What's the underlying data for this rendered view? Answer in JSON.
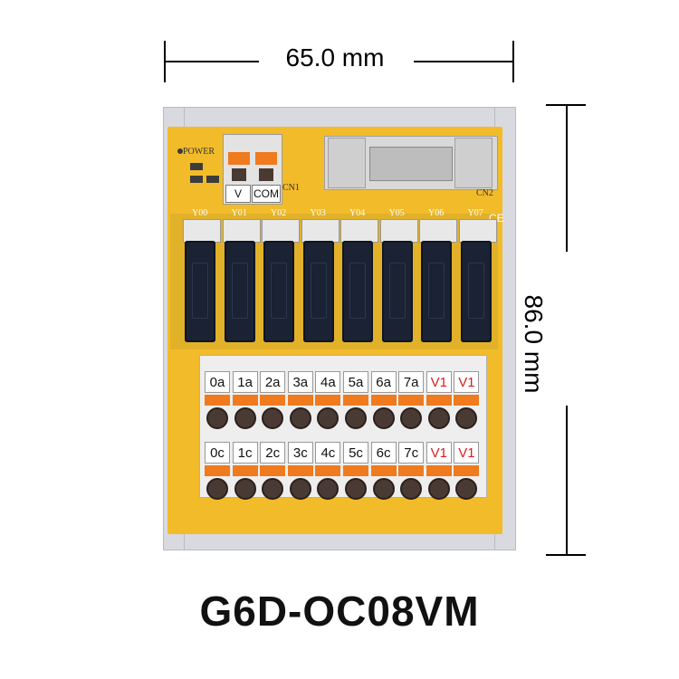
{
  "dimensions": {
    "width_label": "65.0 mm",
    "height_label": "86.0 mm"
  },
  "model": "G6D-OC08VM",
  "board": {
    "power_silk": "POWER",
    "power_terminals": [
      "V",
      "COM"
    ],
    "cn1_label": "CN1",
    "cn2_label": "CN2",
    "channel_labels": [
      "Y00",
      "Y01",
      "Y02",
      "Y03",
      "Y04",
      "Y05",
      "Y06",
      "Y07"
    ],
    "ce_mark": "CE",
    "top_row_labels": [
      "0a",
      "1a",
      "2a",
      "3a",
      "4a",
      "5a",
      "6a",
      "7a",
      "V1",
      "V1"
    ],
    "bottom_row_labels": [
      "0c",
      "1c",
      "2c",
      "3c",
      "4c",
      "5c",
      "6c",
      "7c",
      "V1",
      "V1"
    ]
  },
  "colors": {
    "pcb": "#f2bb2a",
    "relay": "#1a2233",
    "orange_lever": "#f07a1e",
    "v1_text": "#d81e1e"
  }
}
